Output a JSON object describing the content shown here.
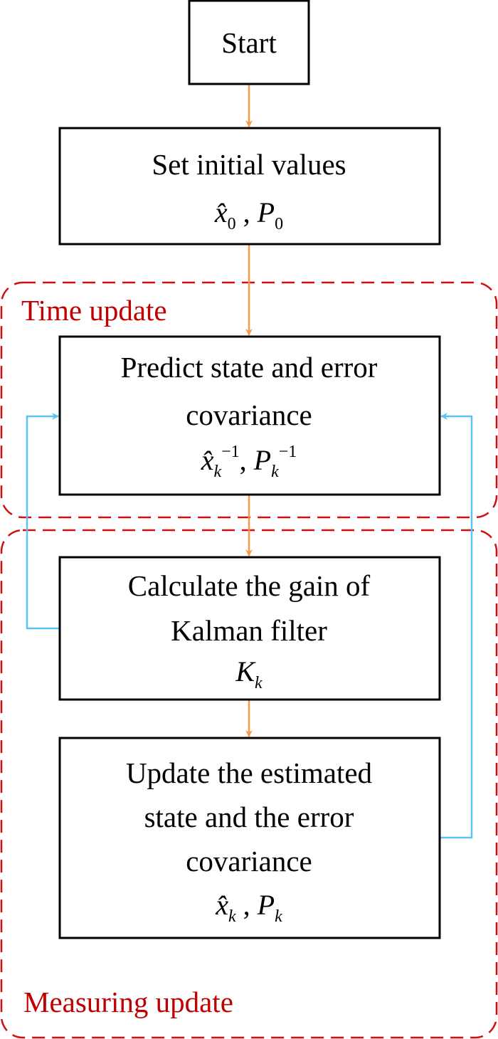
{
  "colors": {
    "flow_arrow": "#f39a4c",
    "feedback_arrow": "#5cc3f7",
    "group_border": "#d01010",
    "group_label": "#c00000"
  },
  "groups": {
    "time_update": "Time update",
    "measuring_update": "Measuring update"
  },
  "nodes": {
    "start": {
      "label": "Start"
    },
    "init": {
      "line1": "Set initial values",
      "math": {
        "x": "x̂",
        "x_sub": "0",
        "sep": " , ",
        "p": "P",
        "p_sub": "0"
      }
    },
    "predict": {
      "line1": "Predict state and error",
      "line2": "covariance",
      "math": {
        "x": "x̂",
        "x_sub": "k",
        "x_sup": "−1",
        "sep": ", ",
        "p": "P",
        "p_sub": "k",
        "p_sup": "−1"
      }
    },
    "gain": {
      "line1": "Calculate the gain of",
      "line2": "Kalman filter",
      "math": {
        "k": "K",
        "k_sub": "k"
      }
    },
    "update": {
      "line1": "Update the estimated",
      "line2": "state and the error",
      "line3": "covariance",
      "math": {
        "x": "x̂",
        "x_sub": "k",
        "sep": " , ",
        "p": "P",
        "p_sub": "k"
      }
    }
  }
}
